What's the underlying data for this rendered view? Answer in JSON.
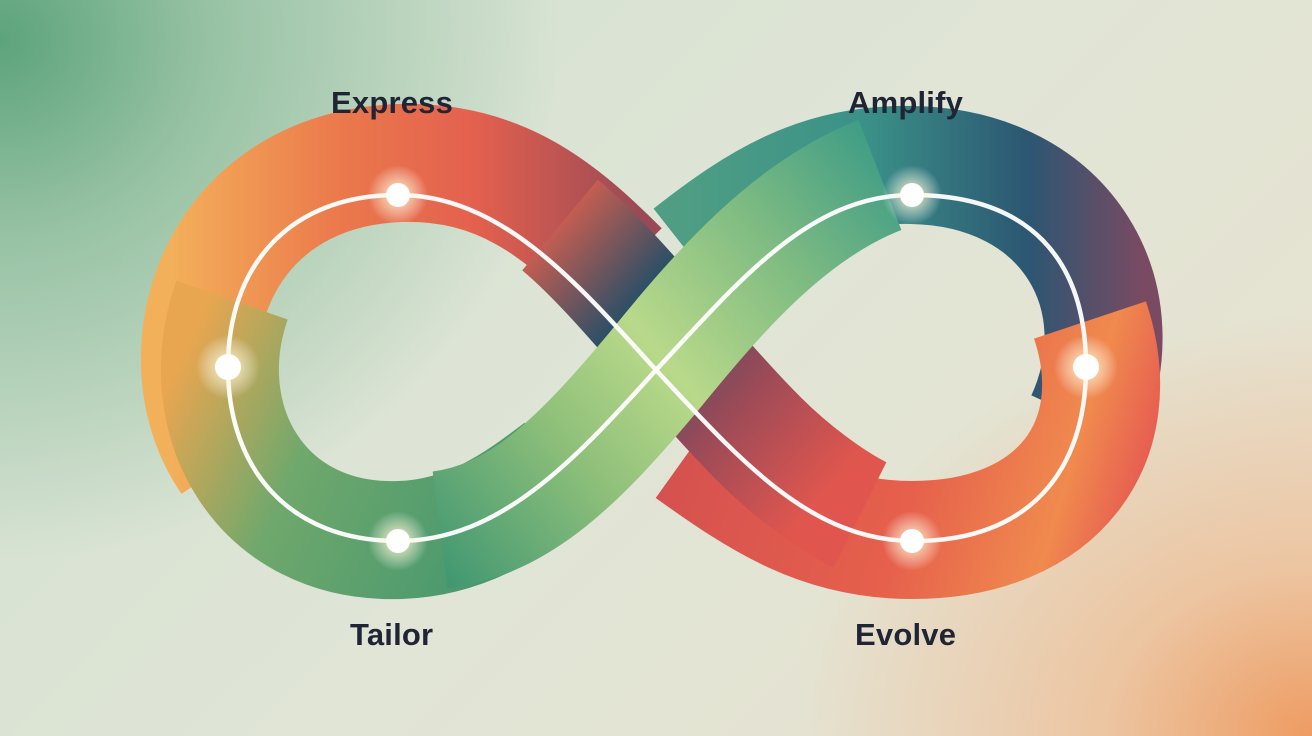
{
  "stages": {
    "express": "Express",
    "amplify": "Amplify",
    "tailor": "Tailor",
    "evolve": "Evolve"
  },
  "colors": {
    "ribbon_left": [
      "#ef9a4a",
      "#e6684c",
      "#3f9870",
      "#f3b35a"
    ],
    "ribbon_right": [
      "#3a9a86",
      "#2f5a74",
      "#de5852",
      "#f0b455"
    ],
    "ribbon_center": "#b6d686",
    "crossing_under": "#2d4f66",
    "nodes": [
      "#fff4cf",
      "#ffe9d4",
      "#e4f8f6",
      "#ffe3e8",
      "#fff4cf",
      "#ffe9c8"
    ],
    "track": "#ffffff"
  }
}
